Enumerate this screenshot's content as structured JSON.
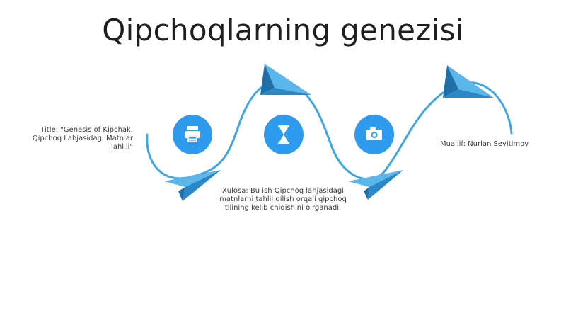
{
  "title": "Qipchoqlarning genezisi",
  "captions": {
    "left": "Title: \"Genesis of Kipchak, Qipchoq Lahjasidagi Matnlar Tahlili\"",
    "middle": "Xulosa: Bu ish Qipchoq lahjasidagi matnlarni tahlil qilish orqali qipchoq tilining kelib chiqishini o'rganadi.",
    "right": "Muallif: Nurlan Seyitimov"
  },
  "icons": [
    "printer-icon",
    "hourglass-icon",
    "camera-icon"
  ],
  "colors": {
    "path": "#3fa6e4",
    "circle": "#2e9bef",
    "plane_light": "#5bb6ec",
    "plane_dark": "#2a88c8"
  }
}
